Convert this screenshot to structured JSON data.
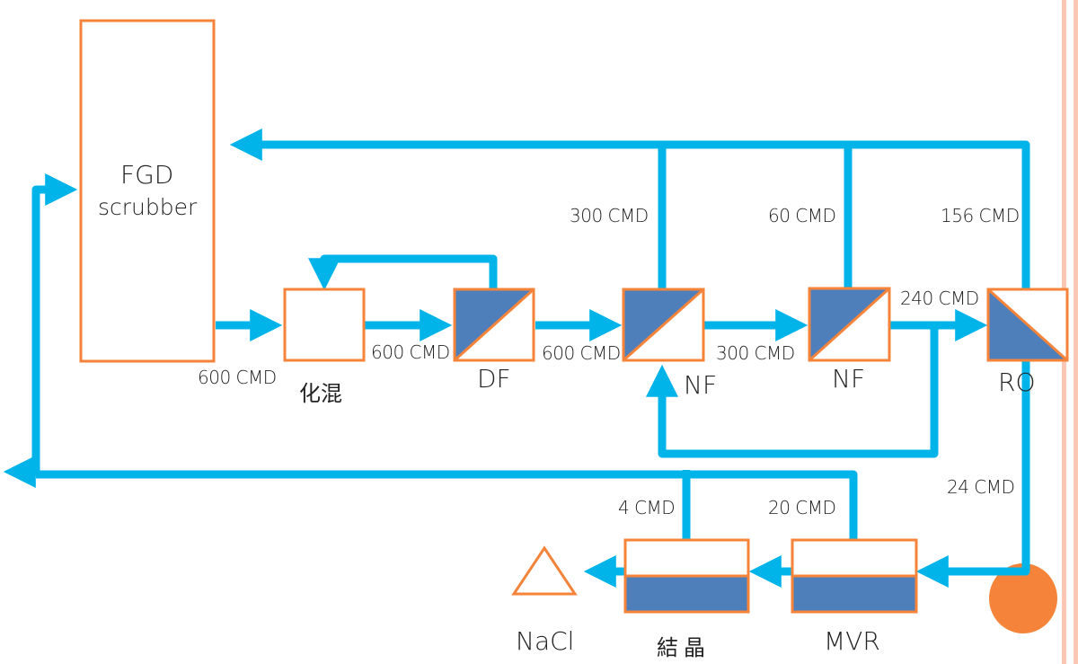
{
  "colors": {
    "pipe": "#00b4ea",
    "unit_border": "#f5843a",
    "membrane_fill": "#4e7fbb",
    "pump_fill": "#f5843a",
    "side_rule": "#fbc7b4",
    "text": "#222222"
  },
  "units": {
    "fgd": {
      "line1": "FGD",
      "line2": "scrubber"
    },
    "mix": {
      "label": "化混"
    },
    "df": {
      "label": "DF"
    },
    "nf1": {
      "label": "NF"
    },
    "nf2": {
      "label": "NF"
    },
    "ro": {
      "label": "RO"
    },
    "crystallizer": {
      "label": "結晶"
    },
    "mvr": {
      "label": "MVR"
    },
    "product": {
      "label": "NaCl"
    }
  },
  "flows": {
    "fgd_to_mix": "600 CMD",
    "mix_to_df": "600 CMD",
    "df_to_nf1": "600 CMD",
    "nf1_permeate": "300 CMD",
    "nf1_to_nf2": "300 CMD",
    "nf2_permeate": "60 CMD",
    "nf2_to_ro": "240 CMD",
    "ro_permeate": "156 CMD",
    "ro_concentrate": "24 CMD",
    "mvr_vapor": "20 CMD",
    "crystallizer_vapor": "4 CMD"
  }
}
